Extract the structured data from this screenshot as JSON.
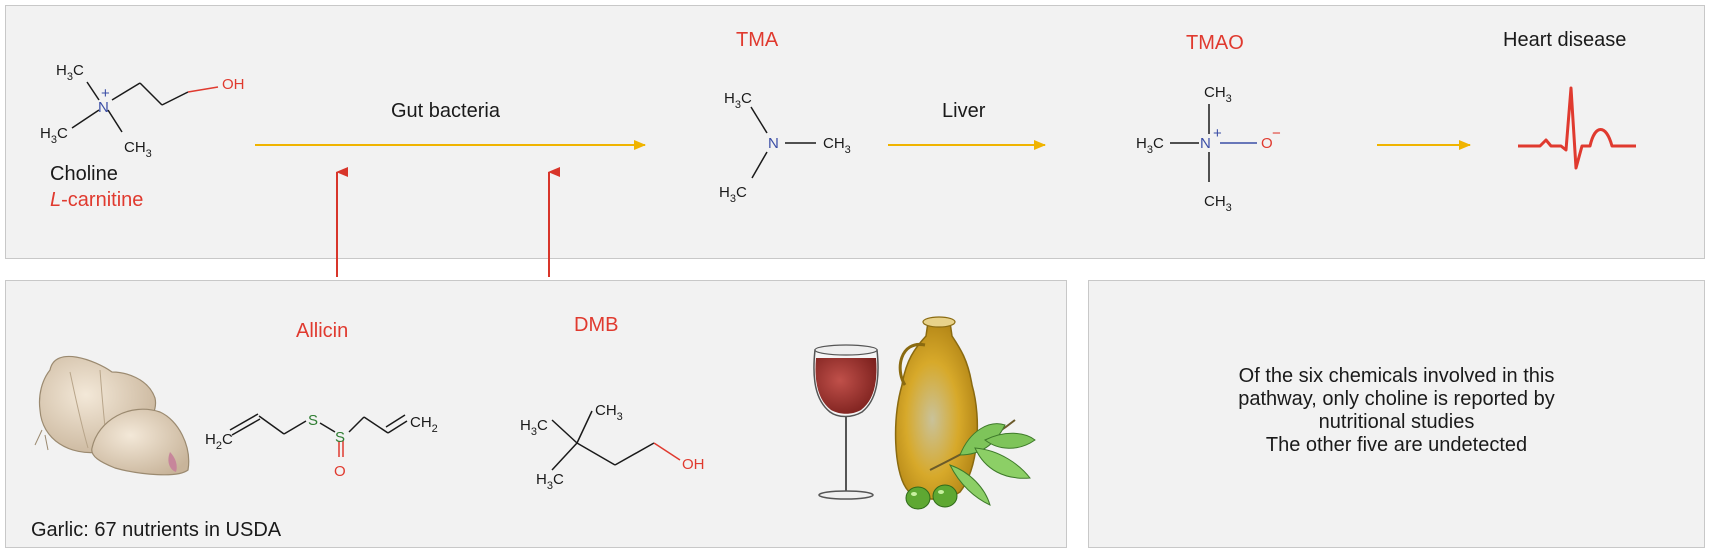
{
  "pathway": {
    "choline_label": "Choline",
    "carnitine_prefix": "L",
    "carnitine_suffix": "-carnitine",
    "gut_bacteria": "Gut bacteria",
    "tma_title": "TMA",
    "liver": "Liver",
    "tmao_title": "TMAO",
    "heart_disease": "Heart disease"
  },
  "inhibitors": {
    "allicin_title": "Allicin",
    "dmb_title": "DMB",
    "garlic_caption": "Garlic: 67 nutrients in USDA"
  },
  "note": {
    "lines": [
      "Of the six chemicals involved in this",
      "pathway, only choline is reported by",
      "nutritional studies",
      "The other five are undetected"
    ]
  },
  "structures": {
    "h3c": "H",
    "ch3": "CH",
    "subscript_3": "3",
    "subscript_2": "2",
    "n": "N",
    "plus": "+",
    "minus": "−",
    "oh": "OH",
    "o": "O",
    "s": "S",
    "h2c": "H",
    "ch2": "CH"
  },
  "colors": {
    "arrow_orange": "#f0b400",
    "inhibit_red": "#d8352a",
    "text_red": "#e03a2f",
    "nitrogen_blue": "#3b4ea6",
    "sulfur_green": "#2e7d32"
  }
}
